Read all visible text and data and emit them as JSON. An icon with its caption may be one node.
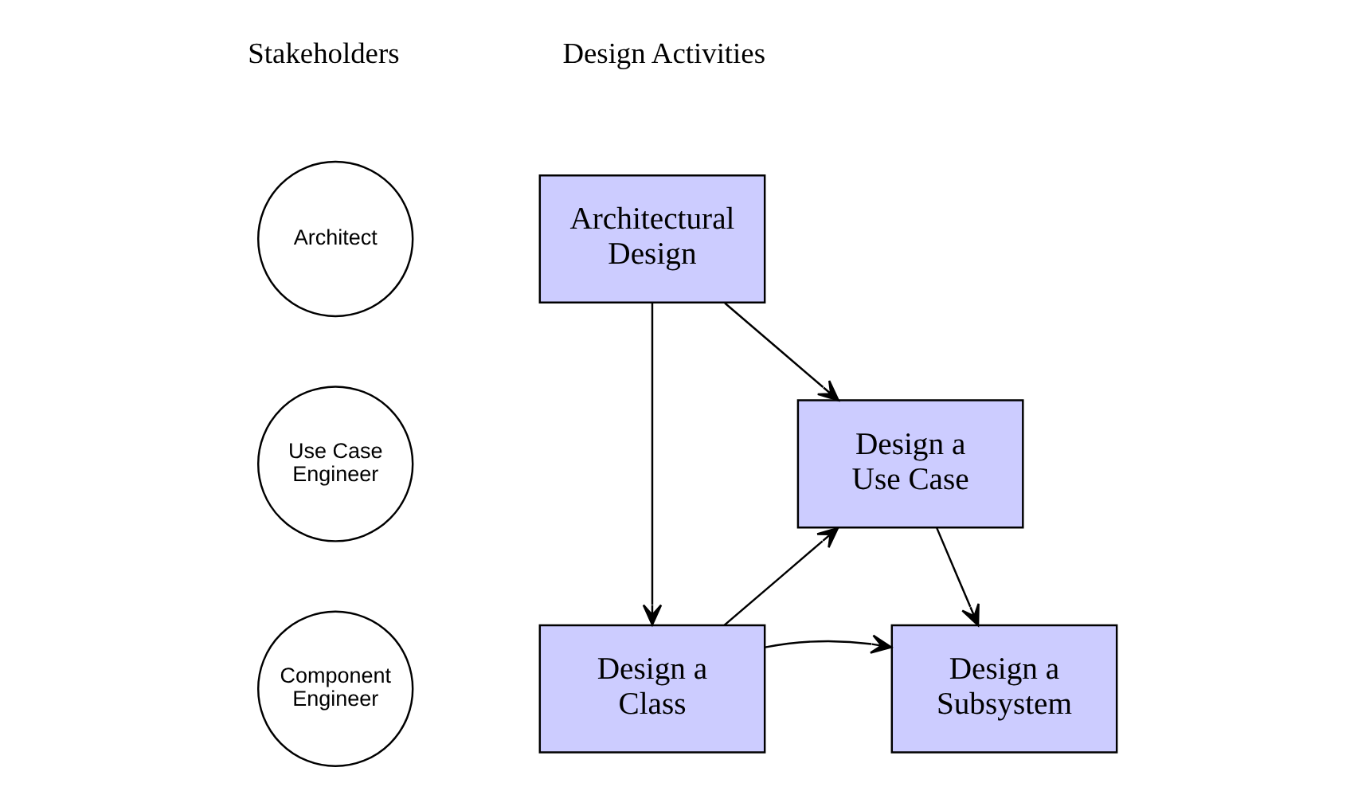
{
  "diagram": {
    "nodes": [
      {
        "text": [
          "Architect"
        ]
      },
      {
        "text": [
          "Architectural Design"
        ]
      },
      {
        "text": [
          "Use Case Engineer"
        ]
      },
      {
        "text": [
          "Design a Use Case"
        ]
      },
      {
        "text": [
          "Component Engineer"
        ]
      },
      {
        "text": [
          "Design a Class"
        ]
      },
      {
        "text": [
          "Design a Subsystem"
        ]
      }
    ],
    "edges": [
      {
        "from": 1,
        "to": 5,
        "arrow": "to"
      },
      {
        "from": 1,
        "to": 3,
        "arrow": "to"
      },
      {
        "from": 5,
        "to": 3,
        "arrow": "to"
      },
      {
        "from": 3,
        "to": 6,
        "arrow": "to"
      },
      {
        "from": 5,
        "to": 6,
        "arrow": "to"
      }
    ],
    "labels": [
      "Stakeholders",
      "Design Activities"
    ]
  }
}
